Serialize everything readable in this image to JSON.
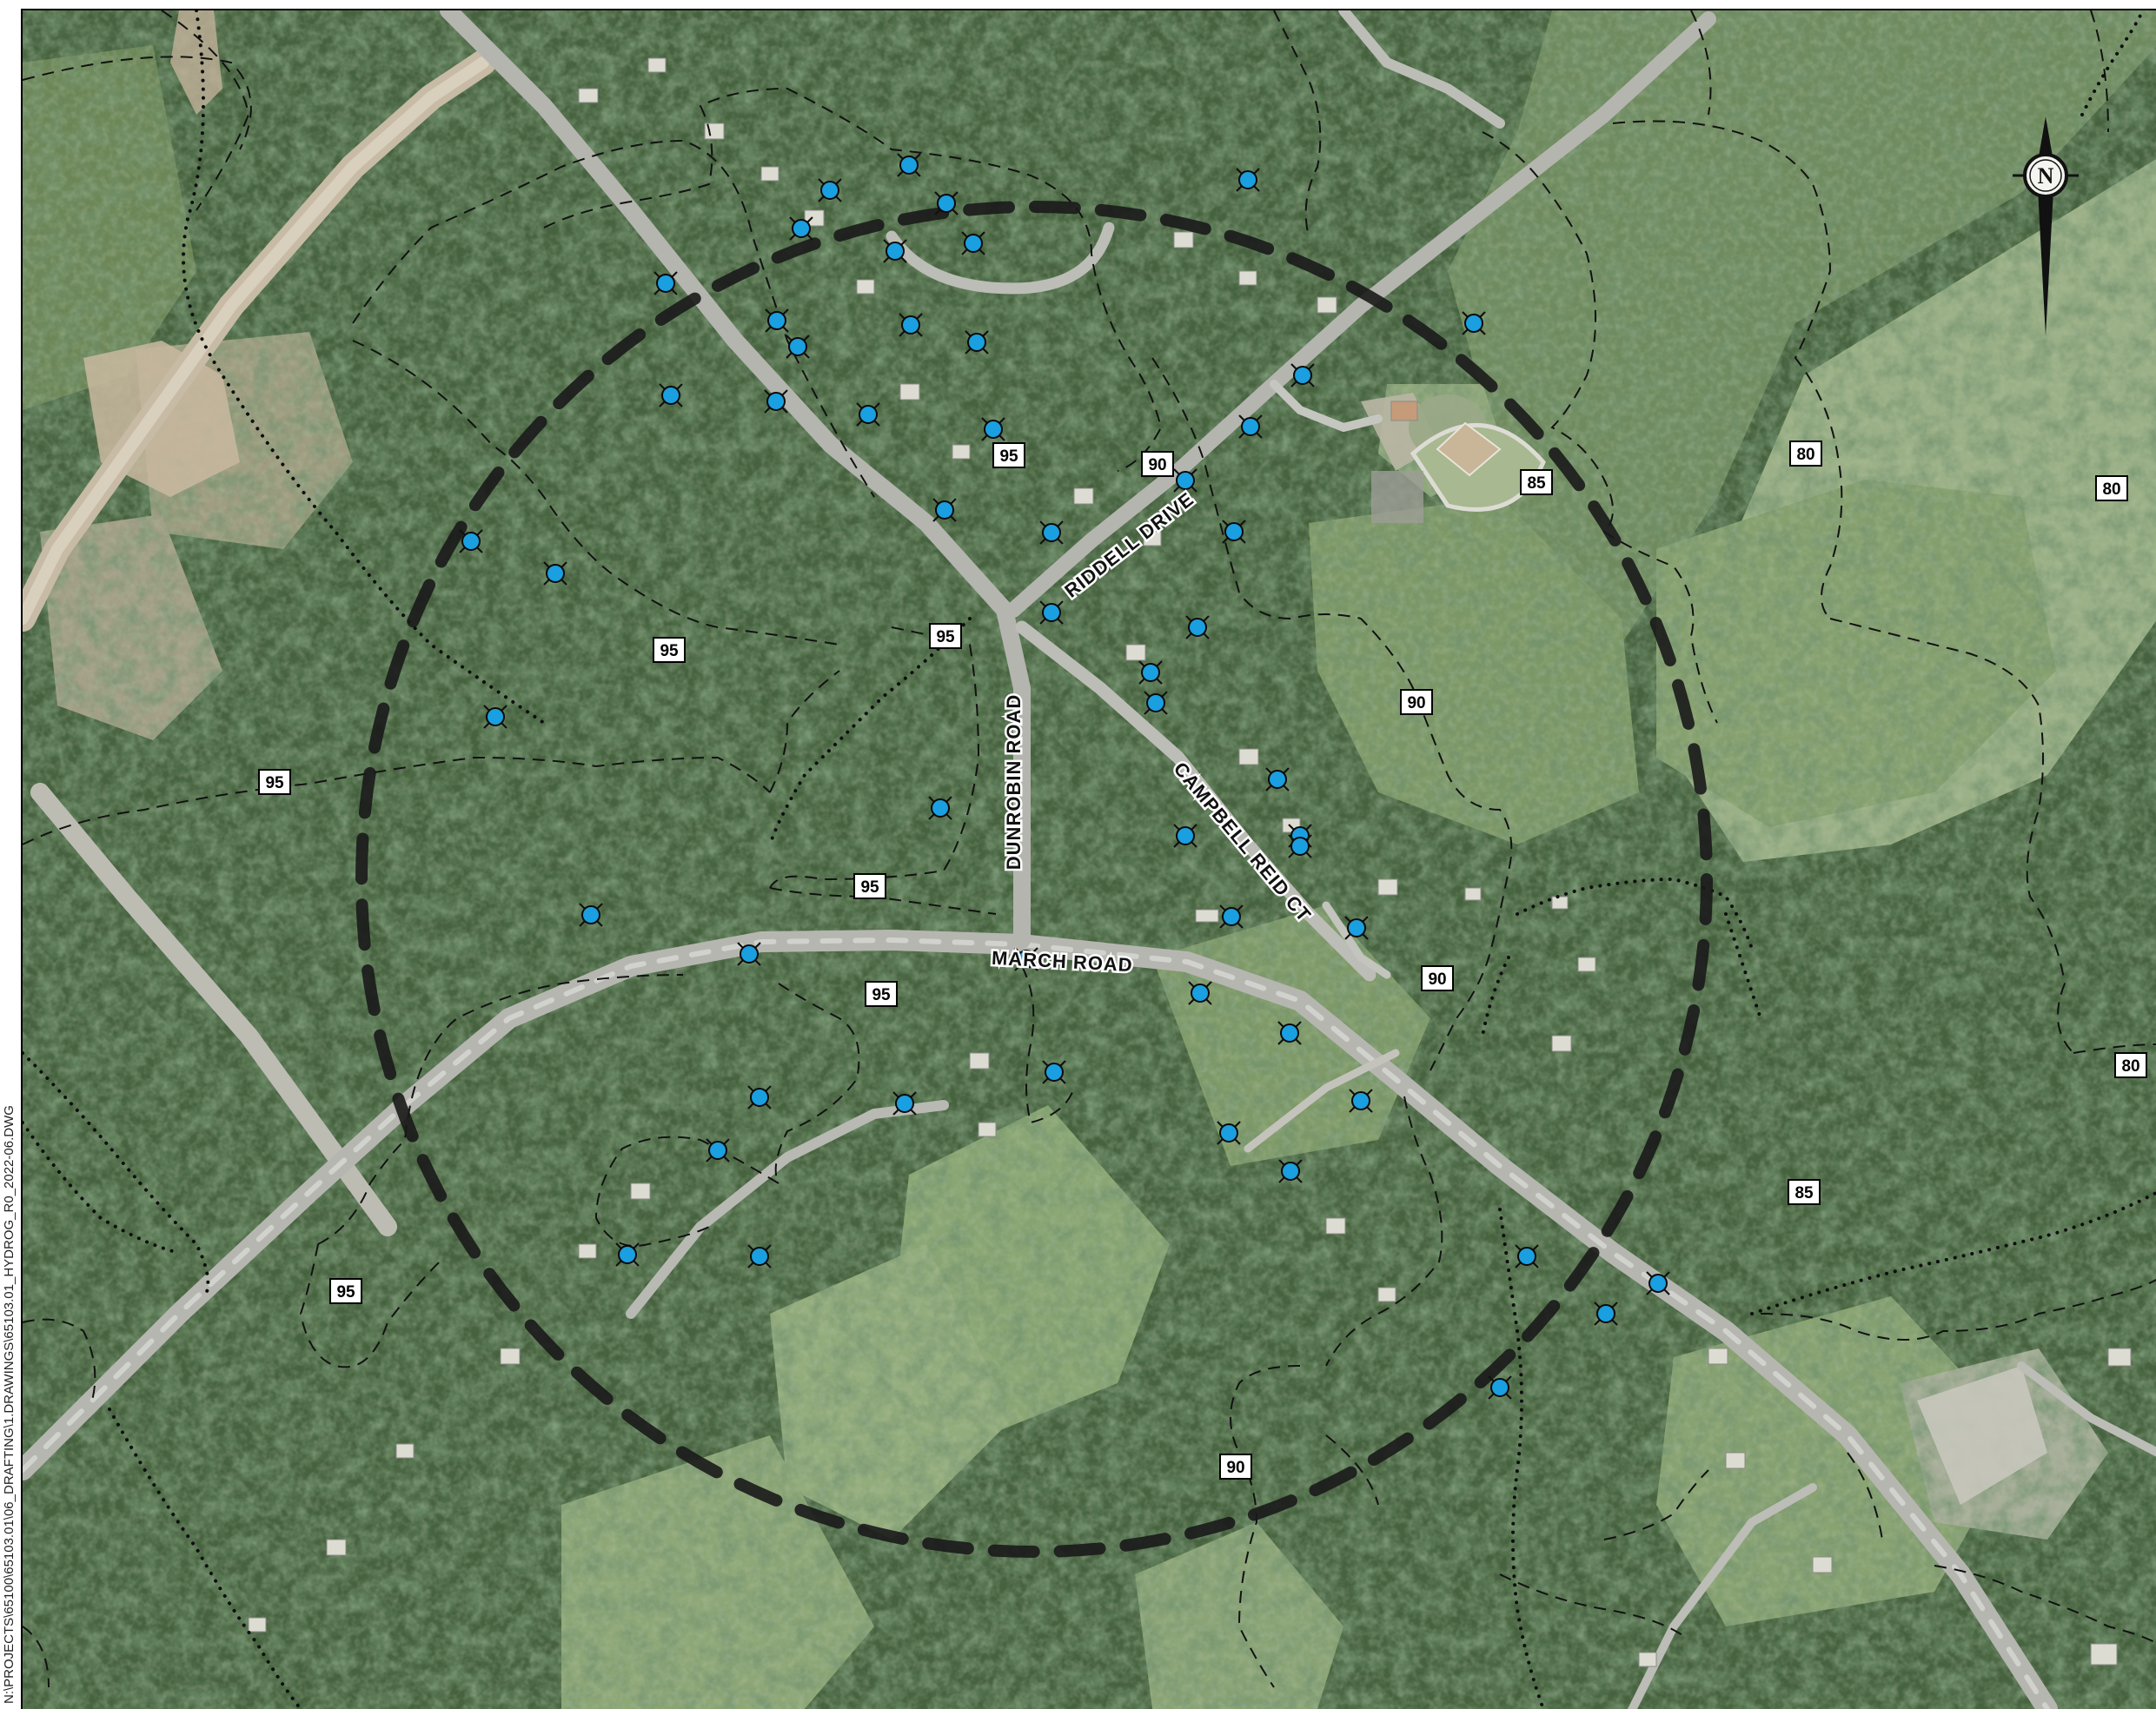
{
  "file_path_label": "N:\\PROJECTS\\65100\\65103.01\\06_DRAFTING\\1.DRAWINGS\\65103.01_HYDROG_R0_2022-06.DWG",
  "north_arrow": {
    "letter": "N",
    "icon": "north-arrow-icon"
  },
  "road_labels": [
    {
      "text": "MARCH ROAD",
      "name": "road-label-march-road"
    },
    {
      "text": "DUNROBIN ROAD",
      "name": "road-label-dunrobin-road"
    },
    {
      "text": "RIDDELL DRIVE",
      "name": "road-label-riddell-drive"
    },
    {
      "text": "CAMPBELL REID CT",
      "name": "road-label-campbell-reid-ct"
    }
  ],
  "contour_labels": [
    "95",
    "90",
    "95",
    "95",
    "95",
    "95",
    "95",
    "95",
    "80",
    "85",
    "80",
    "90",
    "90",
    "85",
    "80",
    "90"
  ],
  "colors": {
    "well_marker": "#1a9fe0",
    "radius_circle": "#1a1a1a",
    "contour_line": "#111111",
    "vegetation_dark": "#2f4a2b",
    "field_light": "#8fa57a",
    "road": "#b8bab5"
  },
  "well_count": 55
}
